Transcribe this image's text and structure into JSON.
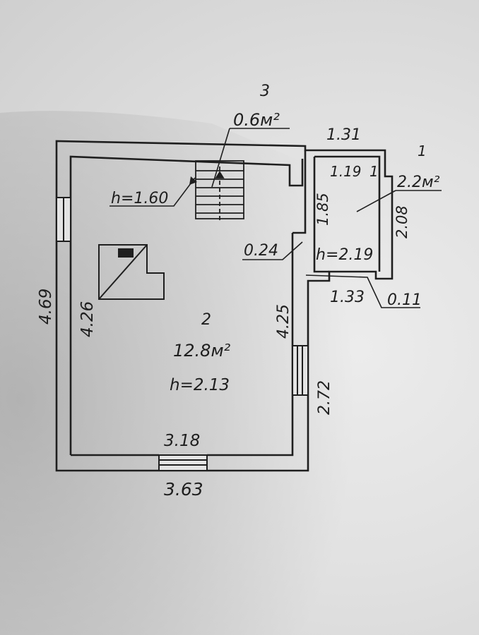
{
  "rooms": [
    {
      "number": "1",
      "area": "2.2м²",
      "height": "h=2.19"
    },
    {
      "number": "2",
      "area": "12.8м²",
      "height": "h=2.13"
    },
    {
      "number": "3",
      "area": "0.6м²",
      "height": "h=1.60"
    }
  ],
  "dimensions": {
    "outer_width": "3.63",
    "inner_width": "3.18",
    "outer_left_height": "4.69",
    "inner_left_height": "4.26",
    "inner_right_height": "4.25",
    "right_lower_wall": "2.72",
    "partition_top": "1.85",
    "partition_thickness": "0.24",
    "room1_outer_width": "1.31",
    "room1_inner_width": "1.19",
    "room1_height": "2.08",
    "room1_bottom": "1.33",
    "room1_wall": "0.11"
  }
}
